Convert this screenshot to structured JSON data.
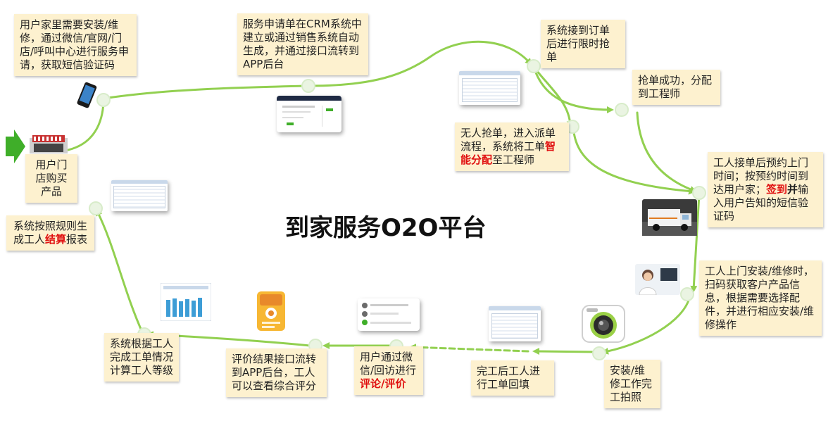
{
  "title": "到家服务O2O平台",
  "colors": {
    "flow": "#92d050",
    "note_bg": "#fdf1cf",
    "highlight": "#e01010",
    "arrow_start": "#3fae29"
  },
  "steps": {
    "buy": "用户门店购买产品",
    "apply": "用户家里需要安装/维修，通过微信/官网/门店/呼叫中心进行服务申请，获取短信验证码",
    "crm": "服务申请单在CRM系统中建立或通过销售系统自动生成，并通过接口流转到APP后台",
    "grab": "系统接到订单后进行限时抢单",
    "assign": "抢单成功，分配到工程师",
    "dispatch_a": "无人抢单，进入派单流程，系统将工单",
    "dispatch_red": "智能分配",
    "dispatch_b": "至工程师",
    "visit_a": "工人接单后预约上门时间；按预约时间到达用户家；",
    "visit_red1": "签到",
    "visit_b": "并",
    "visit_c": "输入用户告知的短信验证码",
    "install": "工人上门安装/维修时，扫码获取客户产品信息，根据需要选择配件，并进行相应安装/维修操作",
    "photo": "安装/维修工作完工拍照",
    "backfill": "完工后工人进行工单回填",
    "review_a": "用户通过微信/回访进行",
    "review_red": "评论/评价",
    "result": "评价结果接口流转到APP后台，工人可以查看综合评分",
    "grade": "系统根据工人完成工单情况计算工人等级",
    "settle_a": "系统按照规则生成工人",
    "settle_red": "结算",
    "settle_b": "报表"
  },
  "icons": [
    "store-icon",
    "phone-icon",
    "crm-screenshot-icon",
    "order-list-icon",
    "van-photo-icon",
    "technician-photo-icon",
    "camera-app-icon",
    "worksheet-icon",
    "wechat-review-icon",
    "rating-app-icon",
    "bar-chart-report-icon",
    "settlement-report-icon"
  ]
}
